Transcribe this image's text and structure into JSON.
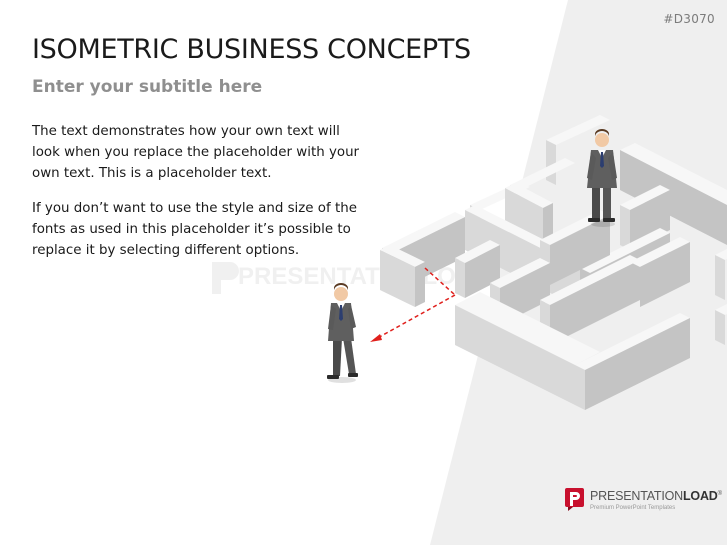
{
  "slide_id": "#D3070",
  "title": "ISOMETRIC BUSINESS CONCEPTS",
  "subtitle": "Enter your subtitle here",
  "body": {
    "paragraph_1": "The text demonstrates how your own text will look when you replace the placeholder with your own text. This is a placeholder text.",
    "paragraph_2": "If you don’t want to use the style and size of the fonts as used in this placeholder it’s possible to replace it by selecting different options."
  },
  "watermark_text": "PRESENTATIONLOAD",
  "logo": {
    "name_regular": "PRESENTATION",
    "name_bold": "LOAD",
    "trademark": "®",
    "tagline": "Premium PowerPoint Templates"
  },
  "colors": {
    "background_panel": "#efefef",
    "wall_top": "#f7f7f7",
    "wall_left": "#d9d9d9",
    "wall_right": "#c4c4c4",
    "arrow": "#e0201c",
    "brand_red": "#c8102e",
    "suit": "#595959"
  },
  "icons": [
    "presentationload-logo-icon",
    "businessman-figure",
    "dashed-arrow-icon"
  ]
}
